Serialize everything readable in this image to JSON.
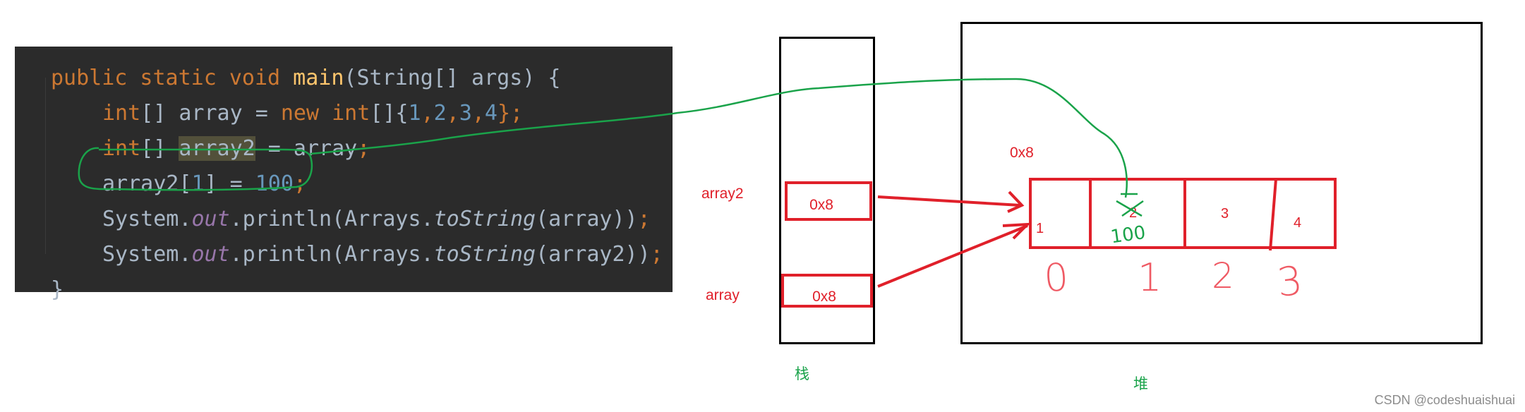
{
  "code": {
    "lines": [
      [
        {
          "t": "public static void ",
          "c": "kw"
        },
        {
          "t": "main",
          "c": "fn"
        },
        {
          "t": "(String[] args) {",
          "c": "plain"
        }
      ],
      [
        {
          "t": "int",
          "c": "kw"
        },
        {
          "t": "[] array = ",
          "c": "plain"
        },
        {
          "t": "new ",
          "c": "kw"
        },
        {
          "t": "int",
          "c": "kw"
        },
        {
          "t": "[]{",
          "c": "plain"
        },
        {
          "t": "1",
          "c": "num"
        },
        {
          "t": ",",
          "c": "kw"
        },
        {
          "t": "2",
          "c": "num"
        },
        {
          "t": ",",
          "c": "kw"
        },
        {
          "t": "3",
          "c": "num"
        },
        {
          "t": ",",
          "c": "kw"
        },
        {
          "t": "4",
          "c": "num"
        },
        {
          "t": "};",
          "c": "kw"
        }
      ],
      [
        {
          "t": "int",
          "c": "kw"
        },
        {
          "t": "[] ",
          "c": "plain"
        },
        {
          "t": "array2",
          "c": "hl"
        },
        {
          "t": " = array",
          "c": "plain"
        },
        {
          "t": ";",
          "c": "kw"
        }
      ],
      [
        {
          "t": "array2[",
          "c": "plain"
        },
        {
          "t": "1",
          "c": "num"
        },
        {
          "t": "] = ",
          "c": "plain"
        },
        {
          "t": "100",
          "c": "num"
        },
        {
          "t": ";",
          "c": "kw"
        }
      ],
      [
        {
          "t": "System.",
          "c": "plain"
        },
        {
          "t": "out",
          "c": "field"
        },
        {
          "t": ".println(Arrays.",
          "c": "plain"
        },
        {
          "t": "toString",
          "c": "italic"
        },
        {
          "t": "(array))",
          "c": "plain"
        },
        {
          "t": ";",
          "c": "kw"
        }
      ],
      [
        {
          "t": "System.",
          "c": "plain"
        },
        {
          "t": "out",
          "c": "field"
        },
        {
          "t": ".println(Arrays.",
          "c": "plain"
        },
        {
          "t": "toString",
          "c": "italic"
        },
        {
          "t": "(array2))",
          "c": "plain"
        },
        {
          "t": ";",
          "c": "kw"
        }
      ],
      [
        {
          "t": "}",
          "c": "plain"
        }
      ]
    ]
  },
  "stack": {
    "label": "栈",
    "vars": [
      {
        "name": "array2",
        "value": "0x8"
      },
      {
        "name": "array",
        "value": "0x8"
      }
    ]
  },
  "heap": {
    "label": "堆",
    "address": "0x8",
    "cells": [
      "1",
      "2",
      "3",
      "4"
    ],
    "new_value": "100",
    "indices": [
      "0",
      "1",
      "2",
      "3"
    ]
  },
  "watermark": "CSDN @codeshuaishuai",
  "colors": {
    "annotation_red": "#e0202a",
    "annotation_green": "#1aa34a",
    "code_bg": "#2b2b2b"
  }
}
